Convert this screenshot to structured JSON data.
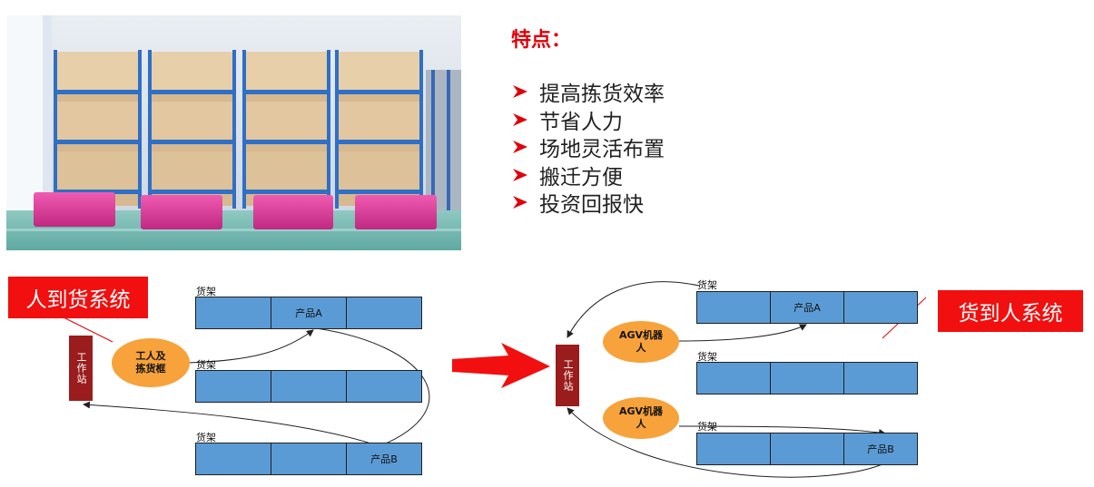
{
  "features": {
    "title": "特点：",
    "items": [
      "提高拣货效率",
      "节省人力",
      "场地灵活布置",
      "搬迁方便",
      "投资回报快"
    ]
  },
  "left_system": {
    "title": "人到货系统",
    "workstation": "工作站",
    "worker": "工人及\n拣货框",
    "shelf_label": "货架",
    "product_a": "产品A",
    "product_b": "产品B"
  },
  "right_system": {
    "title": "货到人系统",
    "workstation": "工作站",
    "agv": "AGV机器\n人",
    "shelf_label": "货架",
    "product_a": "产品A",
    "product_b": "产品B"
  },
  "colors": {
    "accent_red": "#f20f0f",
    "title_red": "#e0000a",
    "shelf_blue": "#5b9bd5",
    "workstation_red": "#9b1c1c",
    "ellipse_orange": "#f7a23a",
    "shelf_frame_blue": "#2f6fc6",
    "agv_magenta": "#e23d9c"
  },
  "icons": [
    "arrow-bullet-icon",
    "big-red-arrow-icon"
  ]
}
